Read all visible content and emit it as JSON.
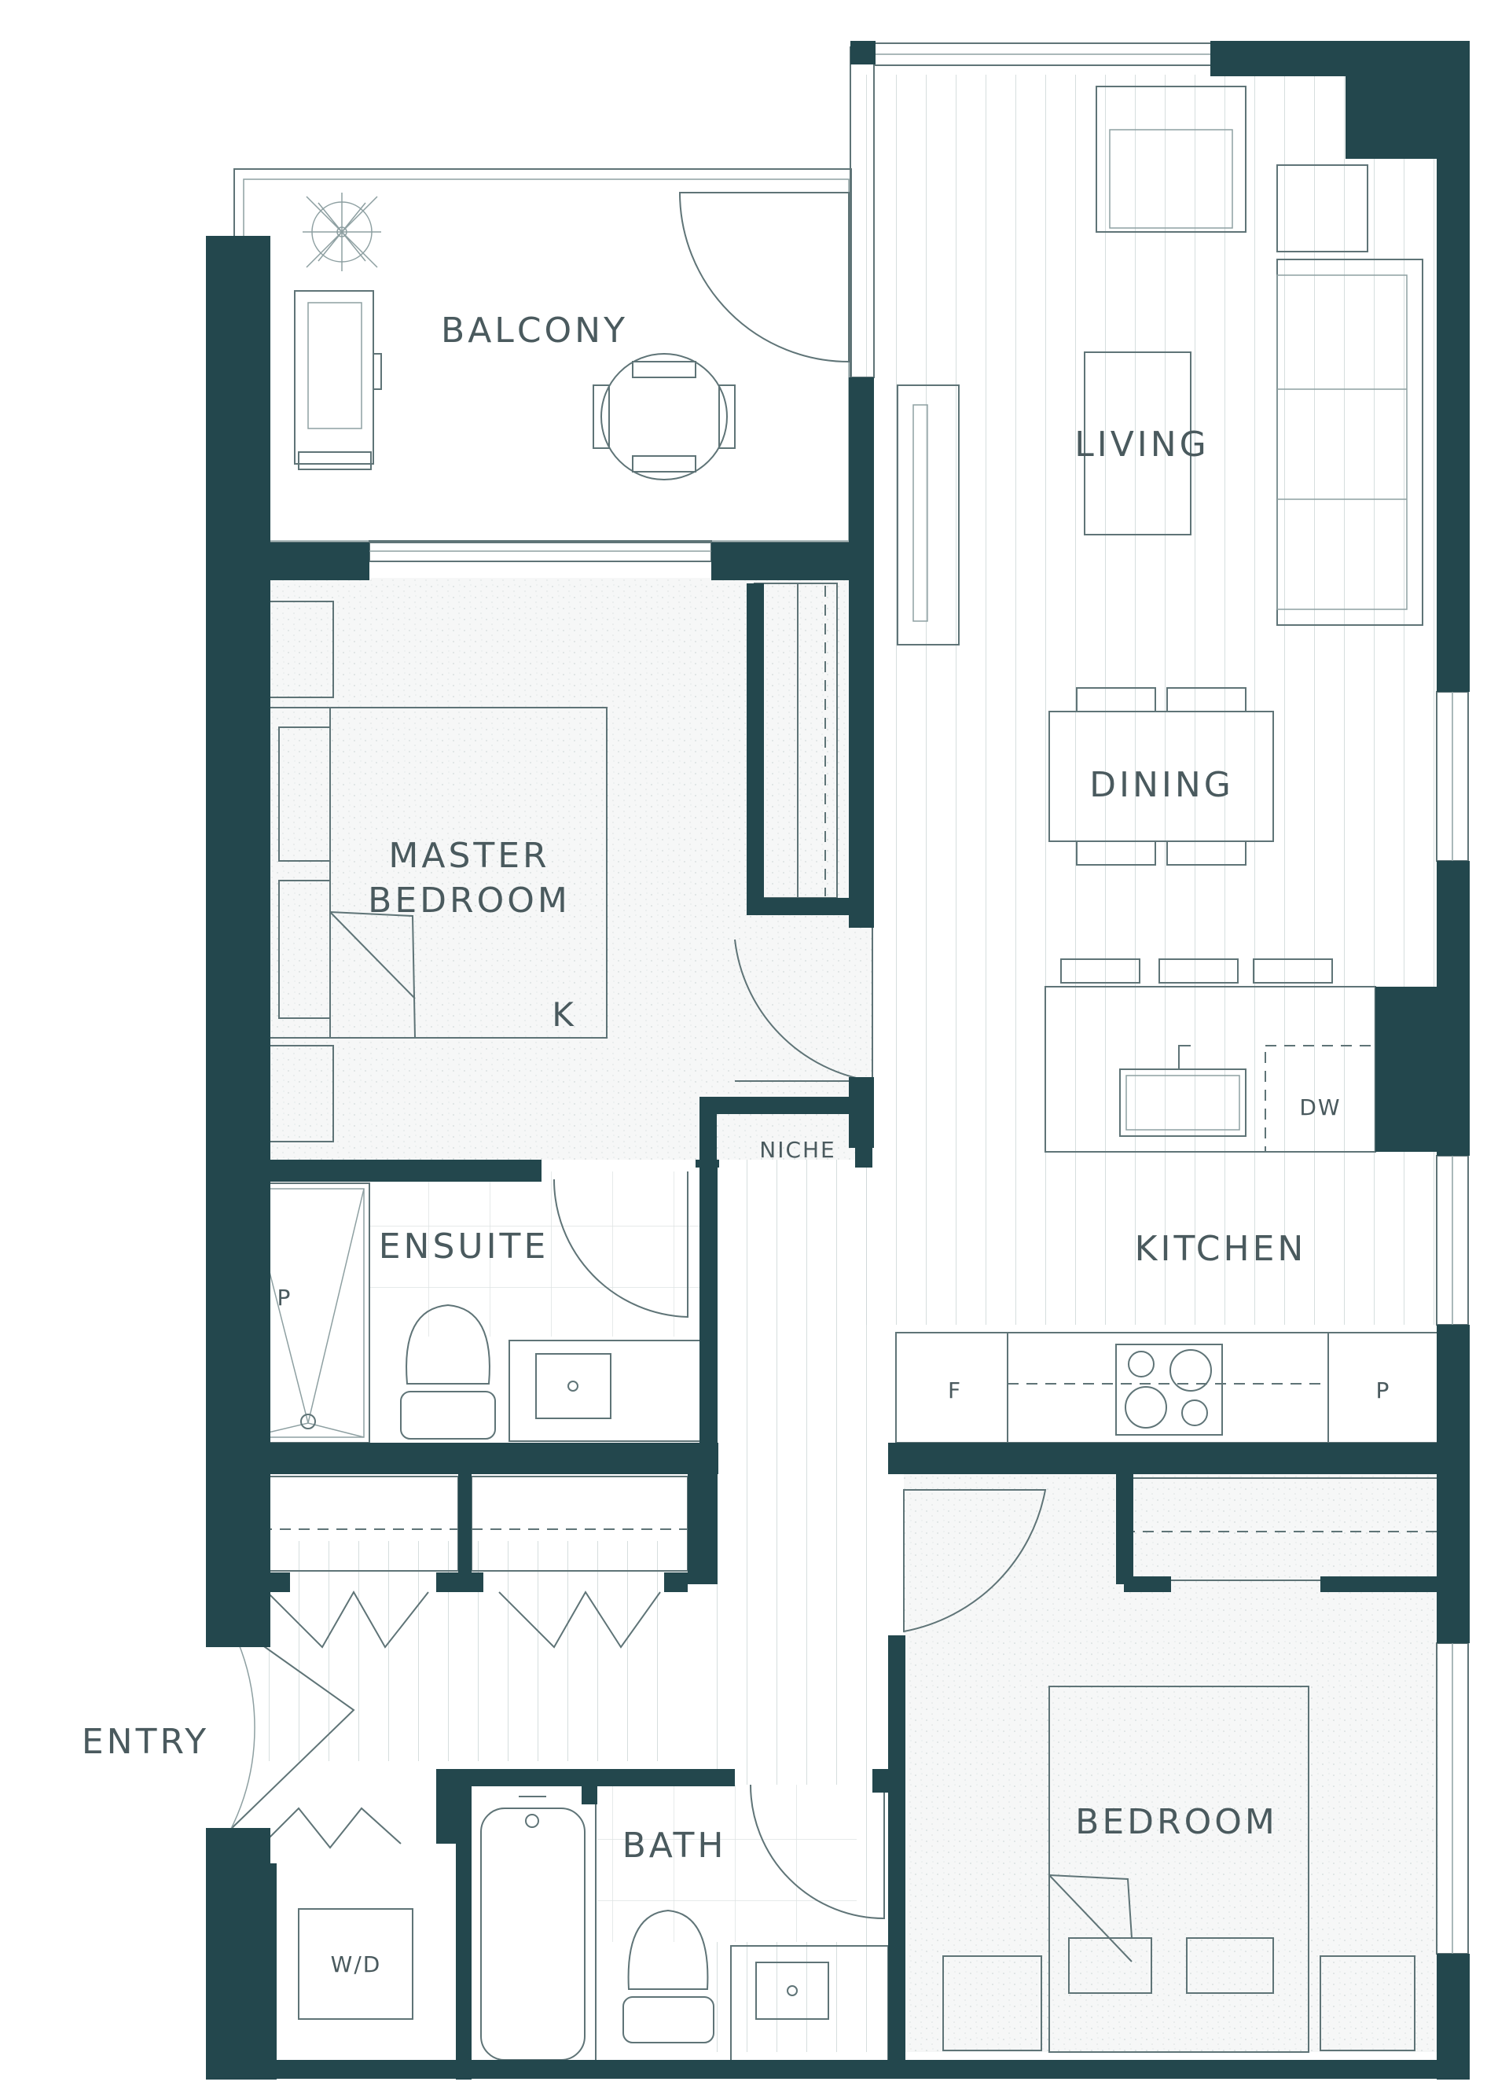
{
  "rooms": {
    "balcony": "BALCONY",
    "living": "LIVING",
    "dining": "DINING",
    "master_bedroom_line1": "MASTER",
    "master_bedroom_line2": "BEDROOM",
    "bed_size": "K",
    "niche": "NICHE",
    "ensuite": "ENSUITE",
    "kitchen": "KITCHEN",
    "dishwasher": "DW",
    "fridge": "F",
    "pantry": "P",
    "shower": "P",
    "entry": "ENTRY",
    "bath": "BATH",
    "washer_dryer": "W/D",
    "bedroom": "BEDROOM"
  },
  "colors": {
    "wall": "#23474d",
    "linework": "#5f7477",
    "text": "#4a5a5e"
  }
}
